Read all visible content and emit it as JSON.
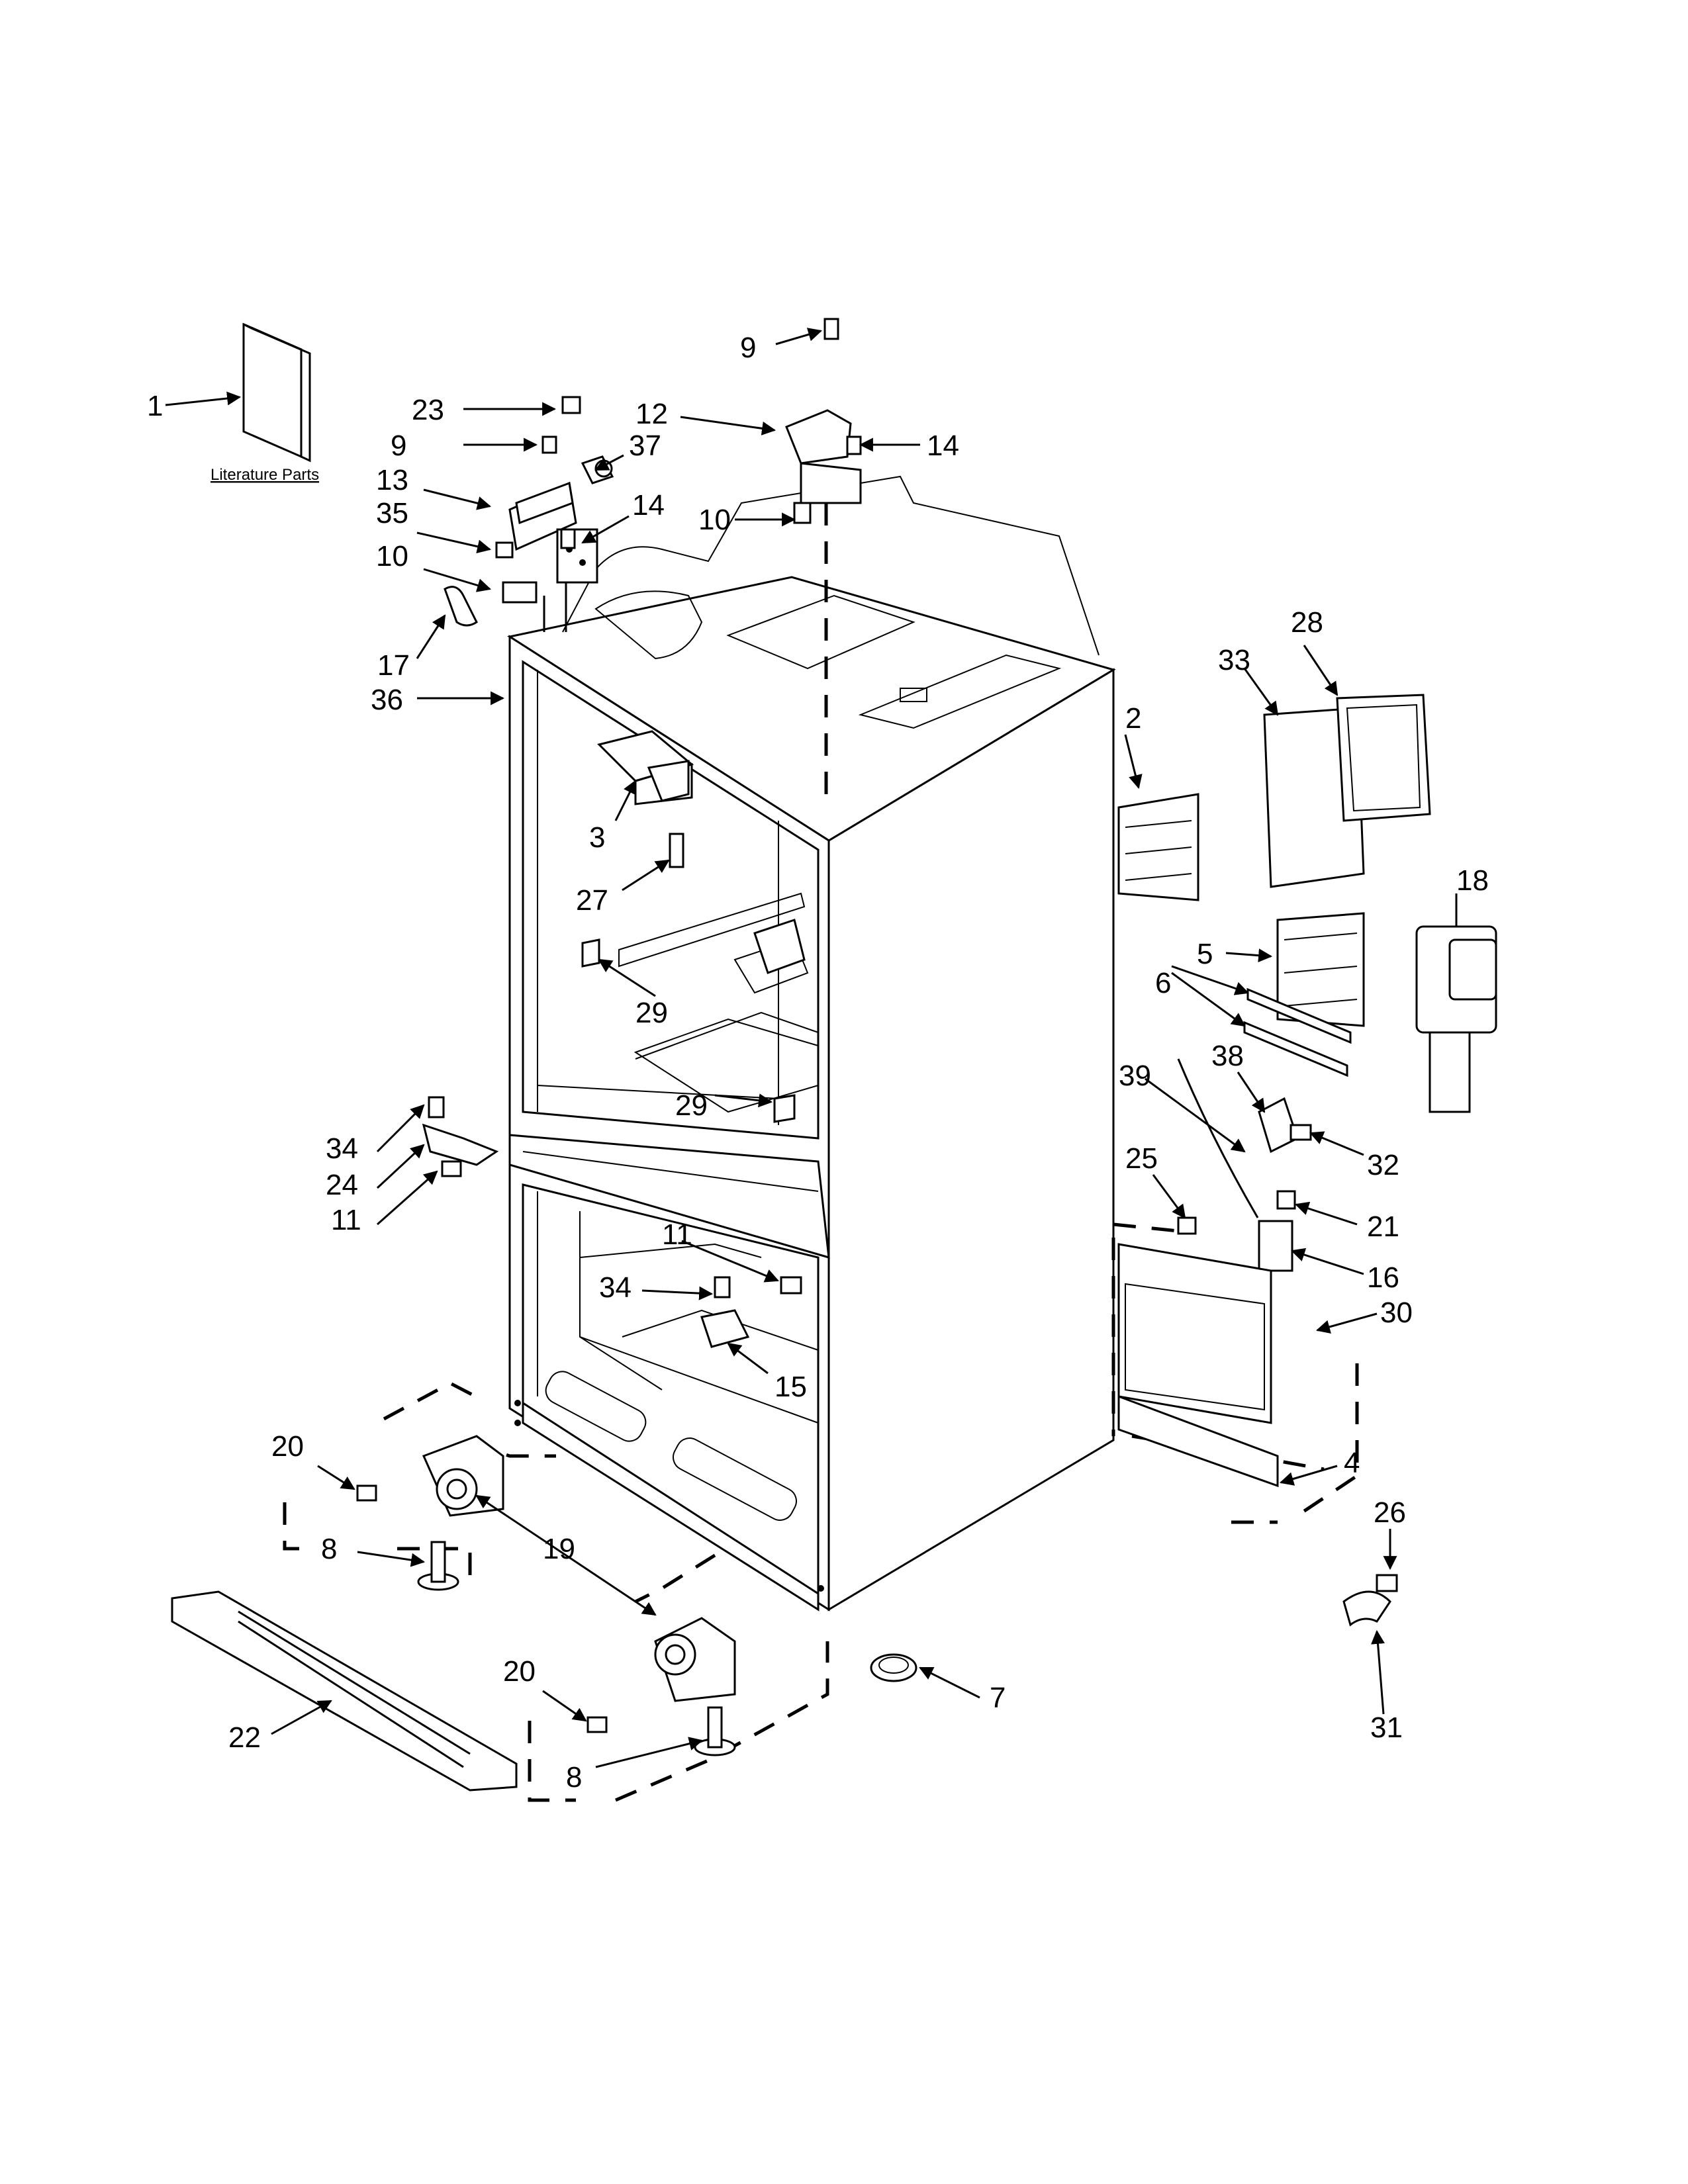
{
  "literature_caption": "Literature Parts",
  "callouts": {
    "c1": "1",
    "c2": "2",
    "c3": "3",
    "c4": "4",
    "c5": "5",
    "c6": "6",
    "c7": "7",
    "c8a": "8",
    "c8b": "8",
    "c9a": "9",
    "c9b": "9",
    "c10a": "10",
    "c10b": "10",
    "c11a": "11",
    "c11b": "11",
    "c12": "12",
    "c13": "13",
    "c14a": "14",
    "c14b": "14",
    "c15": "15",
    "c16": "16",
    "c17": "17",
    "c18": "18",
    "c19": "19",
    "c20a": "20",
    "c20b": "20",
    "c21": "21",
    "c22": "22",
    "c23": "23",
    "c24": "24",
    "c25": "25",
    "c26": "26",
    "c27": "27",
    "c28": "28",
    "c29a": "29",
    "c29b": "29",
    "c30": "30",
    "c31": "31",
    "c32": "32",
    "c33": "33",
    "c34a": "34",
    "c34b": "34",
    "c35": "35",
    "c36": "36",
    "c37": "37",
    "c38": "38",
    "c39": "39"
  }
}
